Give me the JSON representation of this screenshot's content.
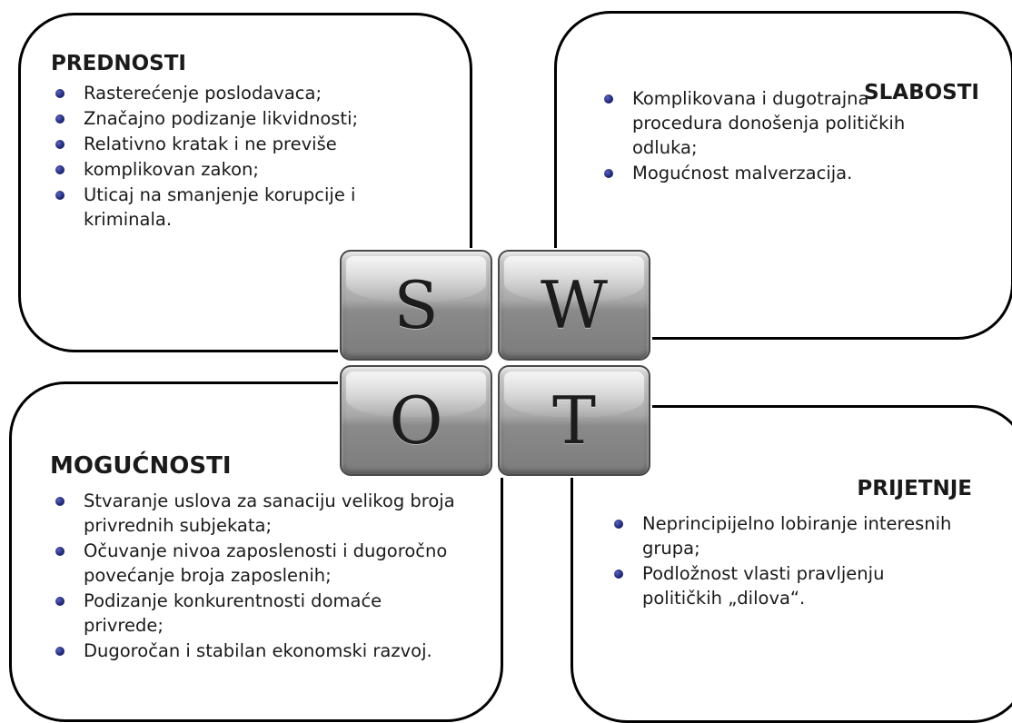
{
  "strengths": {
    "title": "PREDNOSTI",
    "items": [
      "Rasterećenje poslodavaca;",
      "Značajno podizanje likvidnosti;",
      "Relativno kratak i ne previše",
      "komplikovan zakon;",
      "Uticaj na smanjenje korupcije i kriminala."
    ]
  },
  "weaknesses": {
    "title": "SLABOSTI",
    "items": [
      "Komplikovana i dugotrajna procedura donošenja političkih odluka;",
      "Mogućnost malverzacija."
    ]
  },
  "opportunities": {
    "title": "MOGUĆNOSTI",
    "items": [
      "Stvaranje uslova za sanaciju velikog broja privrednih subjekata;",
      "Očuvanje nivoa zaposlenosti i dugoročno povećanje broja zaposlenih;",
      "Podizanje konkurentnosti domaće privrede;",
      "Dugoročan i stabilan ekonomski razvoj."
    ]
  },
  "threats": {
    "title": "PRIJETNJE",
    "items": [
      "Neprincipijelno lobiranje interesnih grupa;",
      "Podložnost vlasti pravljenju političkih „dilova“."
    ]
  },
  "swot_tiles": {
    "s": "S",
    "w": "W",
    "o": "O",
    "t": "T"
  },
  "colors": {
    "border": "#000000",
    "bullet": "#1e2677",
    "tile": "#9a9a9a"
  }
}
